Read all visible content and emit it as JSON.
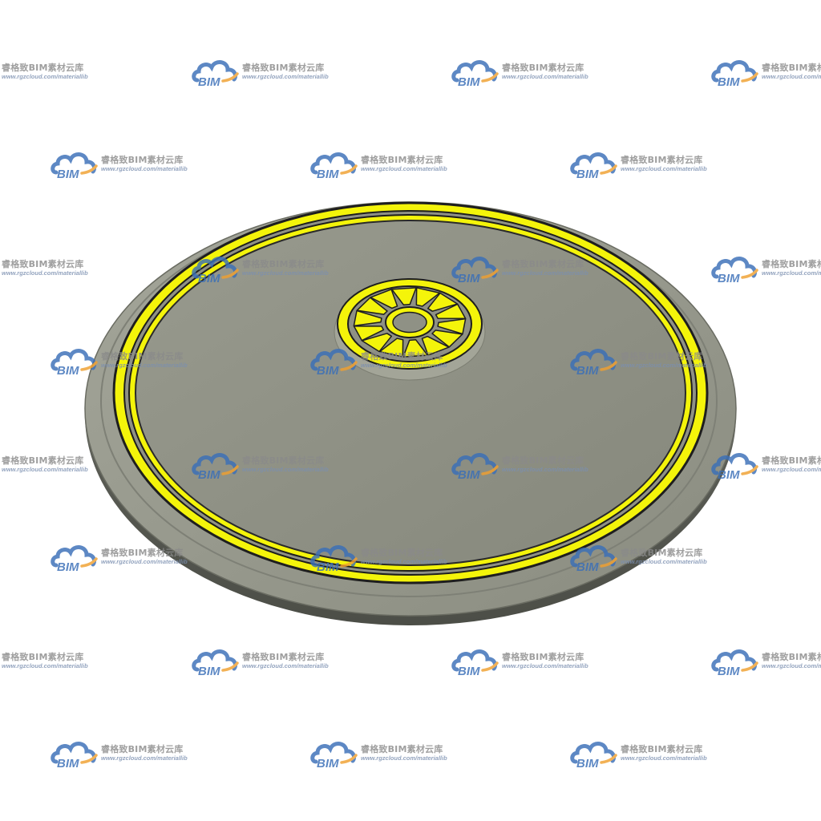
{
  "watermark": {
    "logo_text": "BIM",
    "name": "睿格致BIM素材云库",
    "url": "www.rgzcloud.com/materiallib",
    "logo_blue": "#3a6fb8",
    "logo_orange": "#f0a030"
  },
  "disc": {
    "surface_color": "#8f9185",
    "rim_color": "#9a9c90",
    "edge_dark": "#55574f",
    "ring_color": "#f4f40a",
    "outline_color": "#1e1e1e",
    "sun_ray_count": 14
  }
}
